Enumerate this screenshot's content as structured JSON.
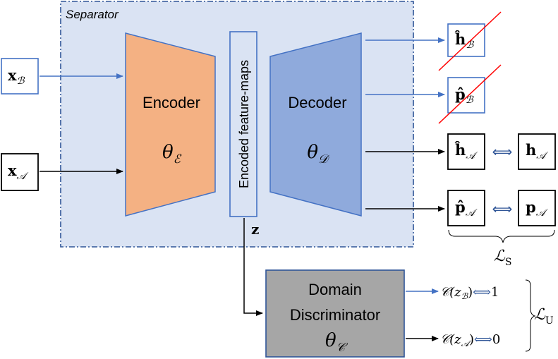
{
  "separator": {
    "title": "Separator"
  },
  "encoder": {
    "label": "Encoder",
    "param": "θ",
    "param_sub": "ℰ"
  },
  "decoder": {
    "label": "Decoder",
    "param": "θ",
    "param_sub": "𝒟"
  },
  "feature_maps": {
    "label": "Encoded feature-maps",
    "latent": "z"
  },
  "inputs": {
    "x_b": {
      "base": "x",
      "sub": "ℬ"
    },
    "x_a": {
      "base": "x",
      "sub": "𝒜"
    }
  },
  "outputs": {
    "h_hat_b": {
      "base": "ĥ",
      "sub": "ℬ"
    },
    "p_hat_b": {
      "base": "p̂",
      "sub": "ℬ"
    },
    "h_hat_a": {
      "base": "ĥ",
      "sub": "𝒜"
    },
    "p_hat_a": {
      "base": "p̂",
      "sub": "𝒜"
    },
    "h_a": {
      "base": "h",
      "sub": "𝒜"
    },
    "p_a": {
      "base": "p",
      "sub": "𝒜"
    },
    "equiv": "⟺"
  },
  "loss_s": {
    "base": "ℒ",
    "sub": "S"
  },
  "loss_u": {
    "base": "ℒ",
    "sub": "U"
  },
  "discriminator": {
    "line1": "Domain",
    "line2": "Discriminator",
    "param": "θ",
    "param_sub": "𝒞"
  },
  "disc_outputs": {
    "b": {
      "text": "𝒞(z",
      "sub": "ℬ",
      "close": ")",
      "equiv": "⟺",
      "target": "1"
    },
    "a": {
      "text": "𝒞(z",
      "sub": "𝒜",
      "close": ")",
      "equiv": "⟺",
      "target": "0"
    }
  },
  "colors": {
    "separator_fill": "#dae3f3",
    "separator_border": "#2f5597",
    "encoder_fill": "#f4b183",
    "decoder_fill": "#8faadc",
    "trapezoid_stroke": "#4472c4",
    "blue_arrow": "#4472c4",
    "black_arrow": "#000000",
    "discriminator_fill": "#a6a6a6",
    "discriminator_border": "#2f5597",
    "strike": "#ff0000"
  }
}
